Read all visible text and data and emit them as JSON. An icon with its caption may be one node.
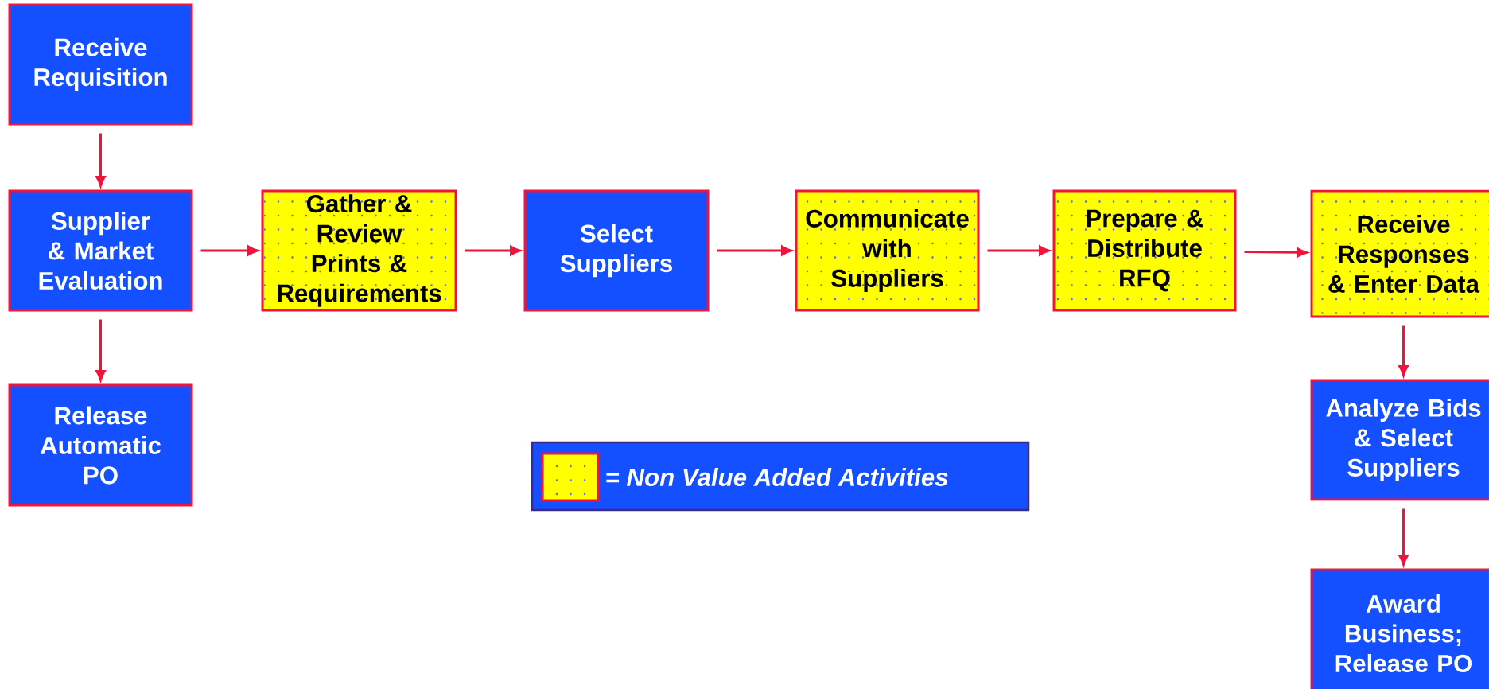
{
  "diagram": {
    "nodes": [
      {
        "text": [
          "Receive Requisition"
        ]
      },
      {
        "text": [
          "Supplier & Market Evaluation"
        ]
      },
      {
        "text": [
          "Release Automatic PO"
        ]
      },
      {
        "text": [
          "Gather & Review Prints & Requirements"
        ]
      },
      {
        "text": [
          "Select Suppliers"
        ]
      },
      {
        "text": [
          "Communicate with Suppliers"
        ]
      },
      {
        "text": [
          "Prepare & Distribute RFQ"
        ]
      },
      {
        "text": [
          "Receive Responses & Enter Data"
        ]
      },
      {
        "text": [
          "Analyze Bids & Select Suppliers"
        ]
      },
      {
        "text": [
          "Award Business; Release PO"
        ]
      }
    ],
    "edges": [
      {
        "from": 0,
        "to": 1,
        "arrow": "to"
      },
      {
        "from": 1,
        "to": 2,
        "arrow": "to"
      },
      {
        "from": 1,
        "to": 3,
        "arrow": "to"
      },
      {
        "from": 3,
        "to": 4,
        "arrow": "to"
      },
      {
        "from": 4,
        "to": 5,
        "arrow": "to"
      },
      {
        "from": 5,
        "to": 6,
        "arrow": "to"
      },
      {
        "from": 6,
        "to": 7,
        "arrow": "to"
      },
      {
        "from": 7,
        "to": 8,
        "arrow": "to"
      },
      {
        "from": 8,
        "to": 9,
        "arrow": "to"
      }
    ],
    "legend": [
      {
        "text": "= Non Value Added Activities",
        "color": "#ffff00"
      }
    ]
  }
}
